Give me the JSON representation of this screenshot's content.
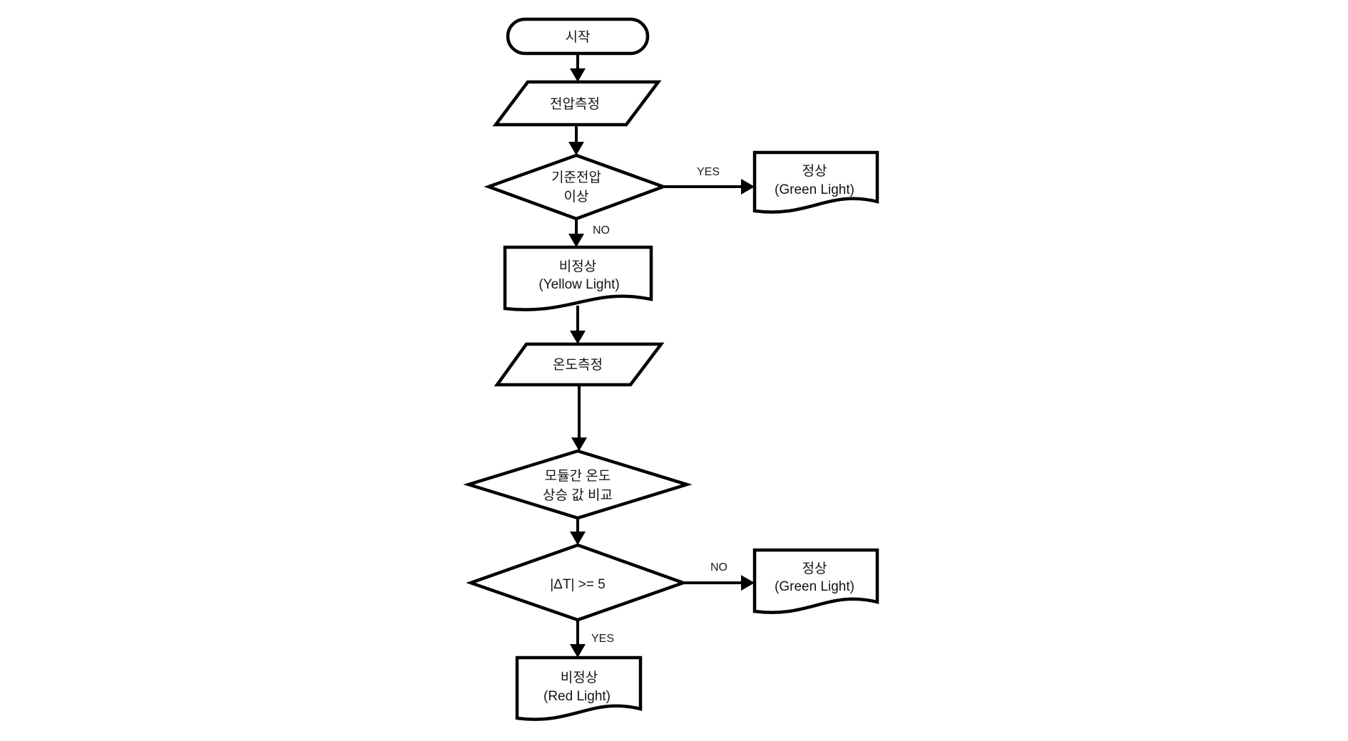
{
  "diagram": {
    "type": "flowchart",
    "colors": {
      "background": "#ffffff",
      "shape_fill": "#ffffff",
      "stroke": "#000000",
      "text": "#141414"
    },
    "nodes": {
      "start": {
        "shape": "terminator",
        "label": "시작"
      },
      "measure_voltage": {
        "shape": "parallelogram",
        "label": "전압측정"
      },
      "decision_reference_voltage": {
        "shape": "diamond",
        "line1": "기준전압",
        "line2": "이상"
      },
      "doc_normal_top": {
        "shape": "document",
        "line1": "정상",
        "line2": "(Green Light)"
      },
      "doc_abnormal_yellow": {
        "shape": "document",
        "line1": "비정상",
        "line2": "(Yellow Light)"
      },
      "measure_temperature": {
        "shape": "parallelogram",
        "label": "온도측정"
      },
      "decision_module_temp_compare": {
        "shape": "diamond",
        "line1": "모듈간 온도",
        "line2": "상승 값 비교"
      },
      "decision_delta_t": {
        "shape": "diamond",
        "label": "|ΔT| >= 5"
      },
      "doc_normal_bottom": {
        "shape": "document",
        "line1": "정상",
        "line2": "(Green Light)"
      },
      "doc_abnormal_red": {
        "shape": "document",
        "line1": "비정상",
        "line2": "(Red Light)"
      }
    },
    "edge_labels": {
      "yes_top": "YES",
      "no_top": "NO",
      "no_bottom": "NO",
      "yes_bottom": "YES"
    }
  }
}
